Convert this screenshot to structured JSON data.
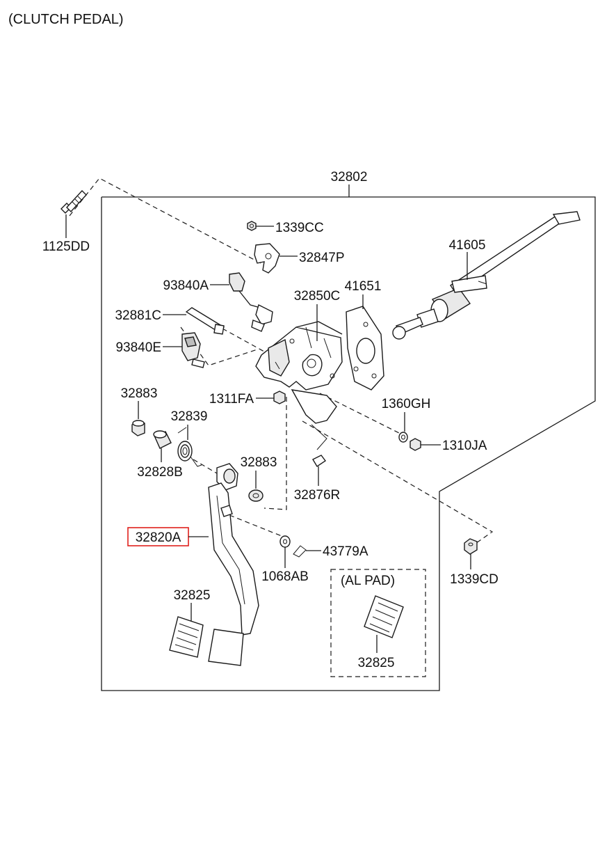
{
  "title": "(CLUTCH PEDAL)",
  "assembly_ref": "32802",
  "highlight_color": "#e0201c",
  "inset_title": "(AL PAD)",
  "labels": {
    "p1125DD": "1125DD",
    "p1339CC": "1339CC",
    "p32847P": "32847P",
    "p93840A": "93840A",
    "p32881C": "32881C",
    "p93840E": "93840E",
    "p32850C": "32850C",
    "p41651": "41651",
    "p41605": "41605",
    "p32883a": "32883",
    "p32839": "32839",
    "p1311FA": "1311FA",
    "p1360GH": "1360GH",
    "p1310JA": "1310JA",
    "p32828B": "32828B",
    "p32883b": "32883",
    "p32876R": "32876R",
    "p32820A": "32820A",
    "p43779A": "43779A",
    "p1068AB": "1068AB",
    "p1339CD": "1339CD",
    "p32825a": "32825",
    "p32825b": "32825"
  }
}
